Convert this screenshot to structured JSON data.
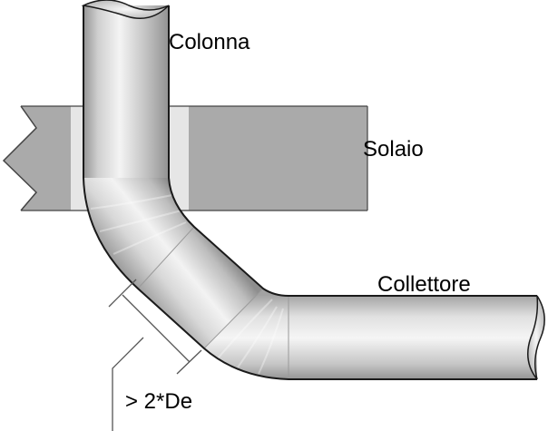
{
  "labels": {
    "column": "Colonna",
    "slab": "Solaio",
    "collector": "Collettore",
    "distance": "> 2*De"
  },
  "colors": {
    "background": "#ffffff",
    "slab_fill": "#aaaaaa",
    "slab_edge": "#444444",
    "pipe_edge": "#1a1a1a",
    "pipe_light": "#f2f2f2",
    "pipe_dark": "#8c8c8c",
    "dimension_line": "#555555",
    "text": "#000000"
  }
}
